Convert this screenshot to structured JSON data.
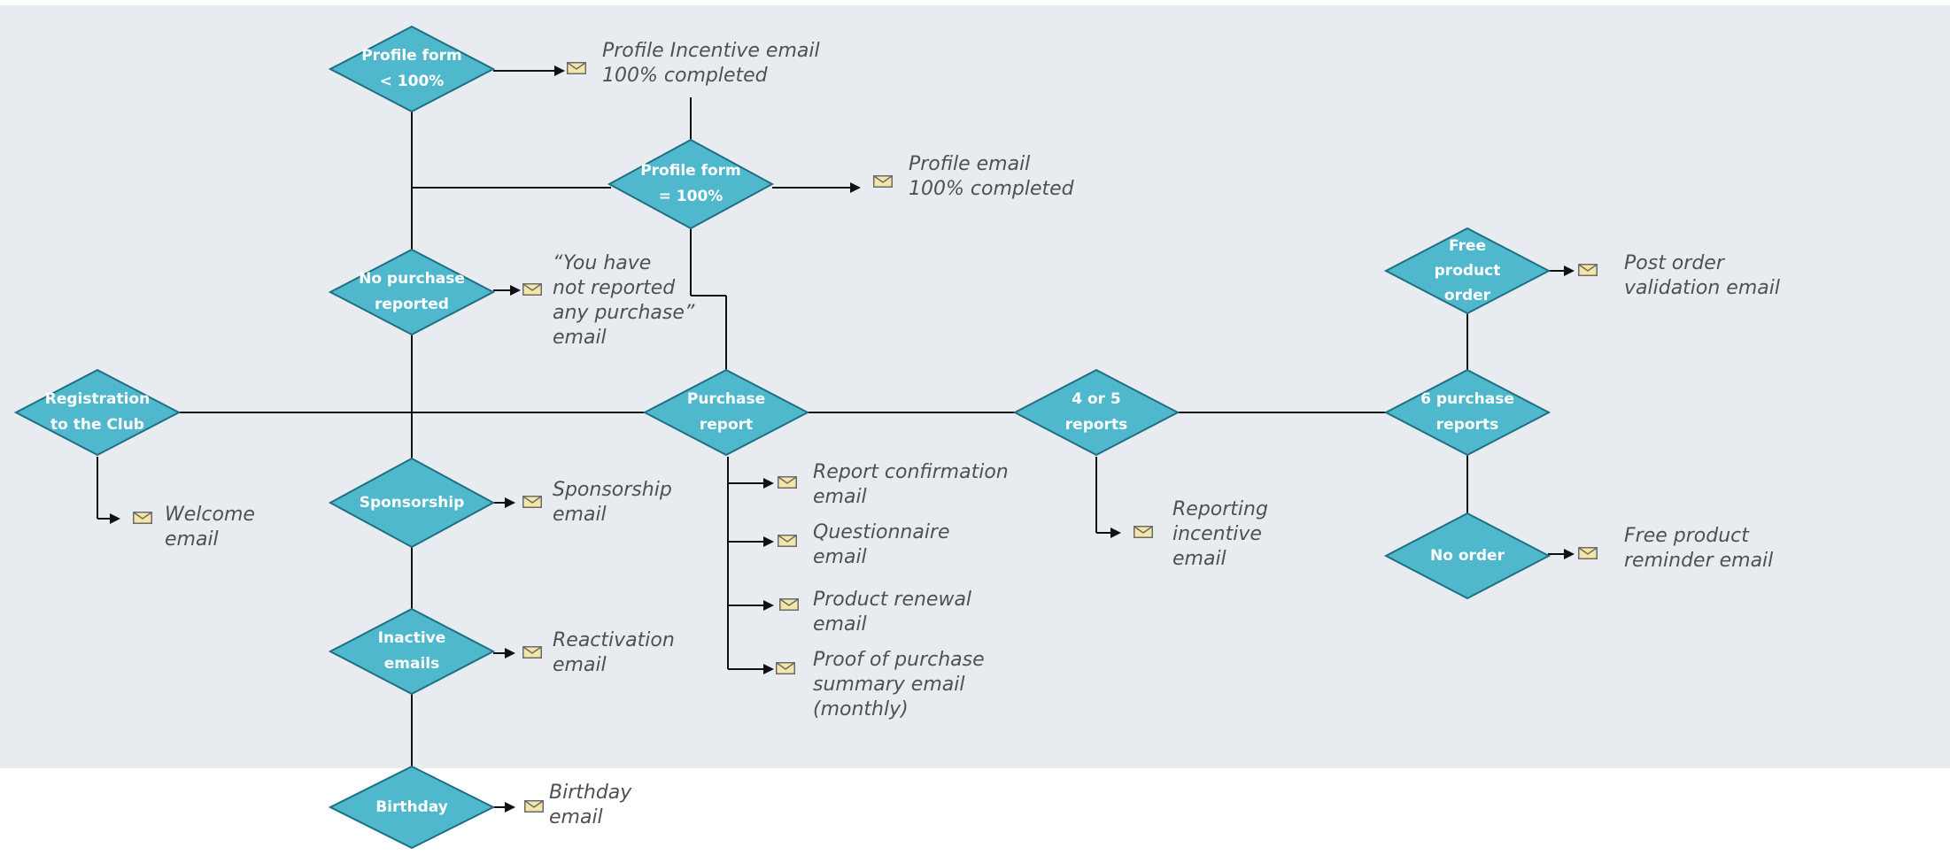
{
  "nodes": {
    "profile_form_lt100": "Profile form\n< 100%",
    "profile_form_eq100": "Profile form\n= 100%",
    "no_purchase": "No purchase\nreported",
    "registration": "Registration\nto the Club",
    "purchase_report": "Purchase\nreport",
    "four_or_five": "4 or 5\nreports",
    "six_purchase": "6 purchase\nreports",
    "free_product_order": "Free\nproduct\norder",
    "sponsorship": "Sponsorship",
    "inactive": "Inactive\nemails",
    "birthday": "Birthday",
    "no_order": "No order"
  },
  "emails": {
    "profile_incentive": "Profile Incentive email\n100% completed",
    "profile_email": "Profile email\n100% completed",
    "not_reported": "“You have\nnot reported\nany purchase”\nemail",
    "welcome": "Welcome\nemail",
    "sponsorship": "Sponsorship\nemail",
    "reactivation": "Reactivation\nemail",
    "birthday": "Birthday\nemail",
    "report_confirmation": "Report confirmation\nemail",
    "questionnaire": "Questionnaire\nemail",
    "product_renewal": "Product renewal\nemail",
    "proof_of_purchase": "Proof of purchase\nsummary email\n(monthly)",
    "reporting_incentive": "Reporting\nincentive\nemail",
    "post_order": "Post order\nvalidation email",
    "free_product_reminder": "Free product\nreminder email"
  },
  "colors": {
    "node_fill": "#4fb8cc",
    "node_stroke": "#1f6f83",
    "panel": "#e8ecf1",
    "line": "#111111",
    "label": "#505050"
  },
  "icons": {
    "email": "envelope-icon"
  }
}
